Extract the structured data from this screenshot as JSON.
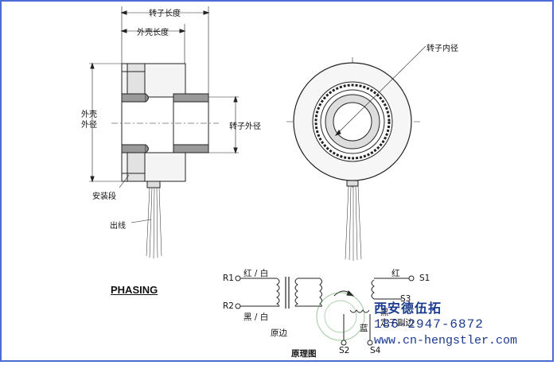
{
  "dimensions": {
    "rotor_length": "转子长度",
    "housing_length": "外壳长度",
    "housing_od_line1": "外壳",
    "housing_od_line2": "外径",
    "rotor_od": "转子外径",
    "rotor_id": "转子内径",
    "mounting_section": "安装段",
    "lead_wires": "出线"
  },
  "phasing_title": "PHASING",
  "schematic": {
    "r1": "R1",
    "r2": "R2",
    "red_white": "红 / 白",
    "black_white": "黑 / 白",
    "primary": "原边",
    "red": "红",
    "black": "黑",
    "secondary": "定子副边",
    "s1": "S1",
    "s2": "S2",
    "s3": "S3",
    "s4": "S4",
    "diagram_title": "原理图",
    "blue_label": "蓝"
  },
  "watermark": {
    "company": "西安德伍拓",
    "phone": "186-2947-6872",
    "url": "www.cn-hengstler.com"
  },
  "colors": {
    "frame": "#4a6bd8",
    "watermark": "#1b3a8f",
    "line": "#222222"
  }
}
